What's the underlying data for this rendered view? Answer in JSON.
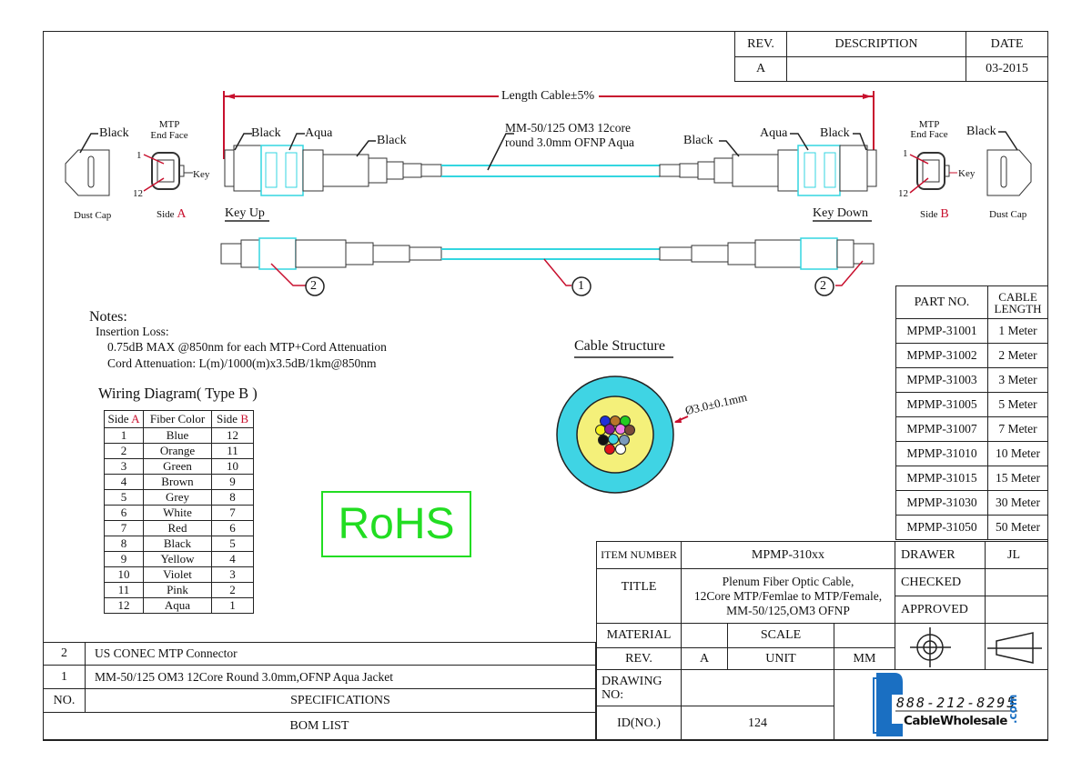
{
  "revision_block": {
    "headers": [
      "REV.",
      "DESCRIPTION",
      "DATE"
    ],
    "rows": [
      {
        "rev": "A",
        "description": "",
        "date": "03-2015"
      }
    ]
  },
  "drawing": {
    "length_label": "Length Cable±5%",
    "cable_label_line1": "MM-50/125 OM3 12core",
    "cable_label_line2": "round 3.0mm OFNP Aqua",
    "side_a": {
      "dust_cap_color": "Black",
      "dust_cap_label": "Dust Cap",
      "endface_title_line1": "MTP",
      "endface_title_line2": "End Face",
      "pin_first": "1",
      "pin_last": "12",
      "key_label": "Key",
      "side_prefix": "Side",
      "side_letter": "A",
      "connector_body": "Black",
      "connector_housing": "Aqua",
      "boot": "Black",
      "orientation": "Key Up"
    },
    "side_b": {
      "dust_cap_color": "Black",
      "dust_cap_label": "Dust Cap",
      "endface_title_line1": "MTP",
      "endface_title_line2": "End Face",
      "pin_first": "1",
      "pin_last": "12",
      "key_label": "Key",
      "side_prefix": "Side",
      "side_letter": "B",
      "connector_body": "Black",
      "connector_housing": "Aqua",
      "boot": "Black",
      "orientation": "Key Down"
    },
    "callouts": {
      "connector": "2",
      "cable": "1"
    },
    "colors": {
      "aqua": "#33d6e0",
      "leader_red": "#c8102e",
      "rohs_green": "#22dd22",
      "logo_blue": "#1a6fc2"
    }
  },
  "notes": {
    "title": "Notes:",
    "line1": "Insertion Loss:",
    "line2": "0.75dB MAX @850nm for each MTP+Cord Attenuation",
    "line3": "Cord Attenuation: L(m)/1000(m)x3.5dB/1km@850nm"
  },
  "wiring": {
    "title": "Wiring Diagram( Type B )",
    "header_side": "Side",
    "header_a": "A",
    "header_color": "Fiber Color",
    "header_b": "B",
    "rows": [
      {
        "a": "1",
        "color": "Blue",
        "b": "12"
      },
      {
        "a": "2",
        "color": "Orange",
        "b": "11"
      },
      {
        "a": "3",
        "color": "Green",
        "b": "10"
      },
      {
        "a": "4",
        "color": "Brown",
        "b": "9"
      },
      {
        "a": "5",
        "color": "Grey",
        "b": "8"
      },
      {
        "a": "6",
        "color": "White",
        "b": "7"
      },
      {
        "a": "7",
        "color": "Red",
        "b": "6"
      },
      {
        "a": "8",
        "color": "Black",
        "b": "5"
      },
      {
        "a": "9",
        "color": "Yellow",
        "b": "4"
      },
      {
        "a": "10",
        "color": "Violet",
        "b": "3"
      },
      {
        "a": "11",
        "color": "Pink",
        "b": "2"
      },
      {
        "a": "12",
        "color": "Aqua",
        "b": "1"
      }
    ]
  },
  "rohs": "RoHS",
  "cable_structure": {
    "title": "Cable Structure",
    "diameter": "Ø3.0±0.1mm",
    "jacket_color": "#3fd4e4",
    "strength_color": "#f4f07a",
    "fibers": [
      {
        "name": "Blue",
        "color": "#1f2fd8"
      },
      {
        "name": "Orange",
        "color": "#b8742a"
      },
      {
        "name": "Green",
        "color": "#22cc22"
      },
      {
        "name": "Yellow",
        "color": "#f6f21a"
      },
      {
        "name": "Violet",
        "color": "#8a1a9a"
      },
      {
        "name": "Pink",
        "color": "#f07ae8"
      },
      {
        "name": "Brown",
        "color": "#7a4a3a"
      },
      {
        "name": "Black",
        "color": "#111111"
      },
      {
        "name": "Aqua",
        "color": "#3fd4e4"
      },
      {
        "name": "Grey",
        "color": "#7a99bb"
      },
      {
        "name": "Red",
        "color": "#e0101a"
      },
      {
        "name": "White",
        "color": "#ffffff"
      }
    ]
  },
  "parts": {
    "header_part": "PART NO.",
    "header_length_line1": "CABLE",
    "header_length_line2": "LENGTH",
    "rows": [
      {
        "part": "MPMP-31001",
        "length": "1 Meter"
      },
      {
        "part": "MPMP-31002",
        "length": "2 Meter"
      },
      {
        "part": "MPMP-31003",
        "length": "3 Meter"
      },
      {
        "part": "MPMP-31005",
        "length": "5 Meter"
      },
      {
        "part": "MPMP-31007",
        "length": "7 Meter"
      },
      {
        "part": "MPMP-31010",
        "length": "10 Meter"
      },
      {
        "part": "MPMP-31015",
        "length": "15 Meter"
      },
      {
        "part": "MPMP-31030",
        "length": "30 Meter"
      },
      {
        "part": "MPMP-31050",
        "length": "50 Meter"
      }
    ]
  },
  "title_block": {
    "item_number_label": "ITEM NUMBER",
    "item_number": "MPMP-310xx",
    "title_label": "TITLE",
    "title_line1": "Plenum Fiber Optic Cable,",
    "title_line2": "12Core MTP/Femlae to MTP/Female,",
    "title_line3": "MM-50/125,OM3 OFNP",
    "material_label": "MATERIAL",
    "material": "",
    "scale_label": "SCALE",
    "scale": "",
    "rev_label": "REV.",
    "rev": "A",
    "unit_label": "UNIT",
    "unit": "MM",
    "drawing_no_label_line1": "DRAWING",
    "drawing_no_label_line2": "NO:",
    "drawing_no": "",
    "id_label": "ID(NO.)",
    "id": "124",
    "drawer_label": "DRAWER",
    "drawer": "JL",
    "checked_label": "CHECKED",
    "checked": "",
    "approved_label": "APPROVED",
    "approved": ""
  },
  "bom": {
    "rows": [
      {
        "no": "2",
        "spec": "US CONEC MTP Connector"
      },
      {
        "no": "1",
        "spec": "MM-50/125 OM3 12Core Round 3.0mm,OFNP Aqua Jacket"
      }
    ],
    "header_no": "NO.",
    "header_spec": "SPECIFICATIONS",
    "title": "BOM LIST"
  },
  "logo": {
    "phone": "888-212-8295",
    "name": "CableWholesale",
    "tld": ".com"
  }
}
